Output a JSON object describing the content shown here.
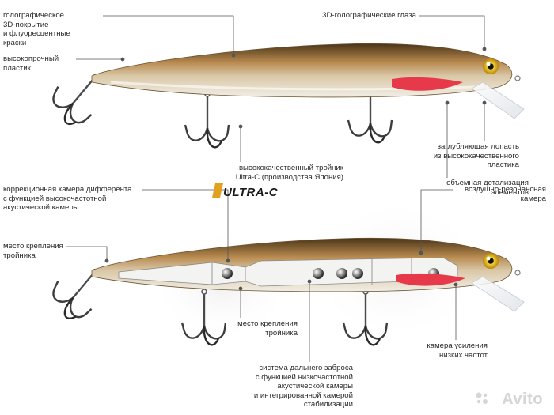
{
  "labels": {
    "holo_coating": "голографическое\n3D-покрытие\nи флуоресцентные\nкраски",
    "plastic": "высокопрочный\nпластик",
    "eyes": "3D-голографические глаза",
    "lip": "заглубляющая лопасть\nиз высококачественного\nпластика",
    "detail": "объемная детализация\nэлементов",
    "hook_top": "высококачественный тройник\nUltra-C (производства Япония)",
    "trim_chamber": "коррекционная камера дифферента\nс функцией высокочастотной\nакустической камеры",
    "hook_mount_left": "место крепления\nтройника",
    "air_chamber": "воздушно-резонансная\nкамера",
    "hook_mount_mid": "место крепления\nтройника",
    "lowfreq_chamber": "камера усиления\nнизких частот",
    "cast_system": "система дальнего заброса\nс функцией низкочастотной\nакустической камеры\nи интегрированной камерой\nстабилизации"
  },
  "logo": {
    "text": "ULTRA-C"
  },
  "watermark": {
    "text": "Avito"
  },
  "colors": {
    "body_gold": "#b88a4f",
    "body_dark": "#3a2a14",
    "belly": "#e9e6dc",
    "gill": "#e6394a",
    "eye": "#e8c21e",
    "leader": "#555555"
  }
}
